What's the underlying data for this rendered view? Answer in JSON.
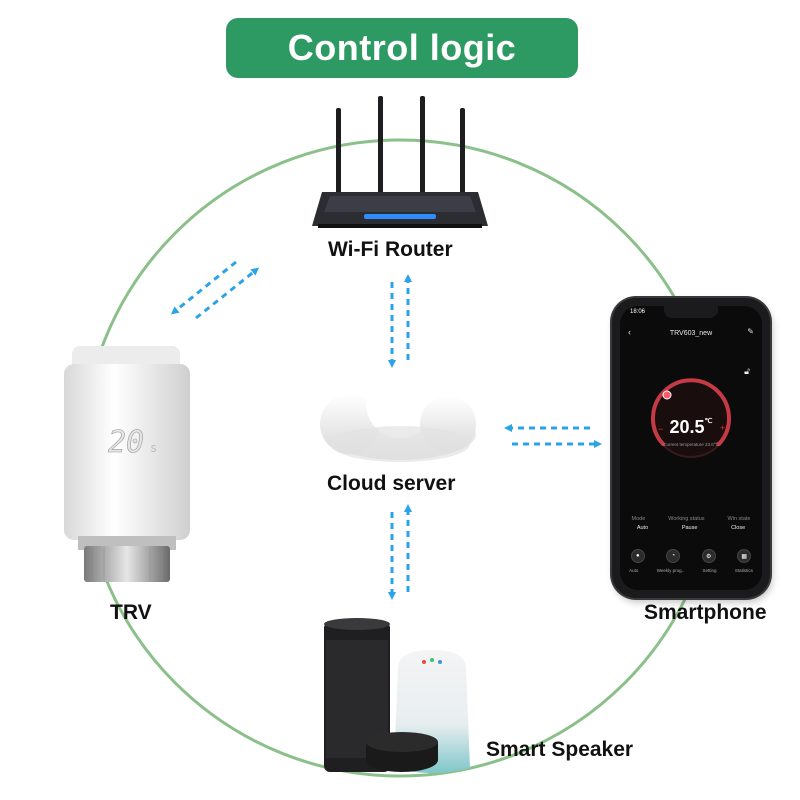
{
  "title": "Control logic",
  "nodes": {
    "router": "Wi-Fi Router",
    "cloud": "Cloud server",
    "trv": "TRV",
    "smartphone": "Smartphone",
    "speaker": "Smart Speaker"
  },
  "trv_display": "20",
  "trv_display_unit": "s",
  "phone_screen": {
    "time": "18:06",
    "device_name": "TRV603_new",
    "set_temperature": "20.5",
    "unit": "℃",
    "current_temperature_label": "Current temperature 23.6℃",
    "status_headers": [
      "Mode",
      "Working status",
      "Win state"
    ],
    "status_values": [
      "Auto",
      "Pause",
      "Close"
    ],
    "bottom_buttons": [
      "Auto",
      "Weekly prog..",
      "Setting",
      "Statistics"
    ]
  },
  "colors": {
    "banner": "#2e9a63",
    "ring": "#8cc08a",
    "arrows": "#2aa3e8"
  }
}
